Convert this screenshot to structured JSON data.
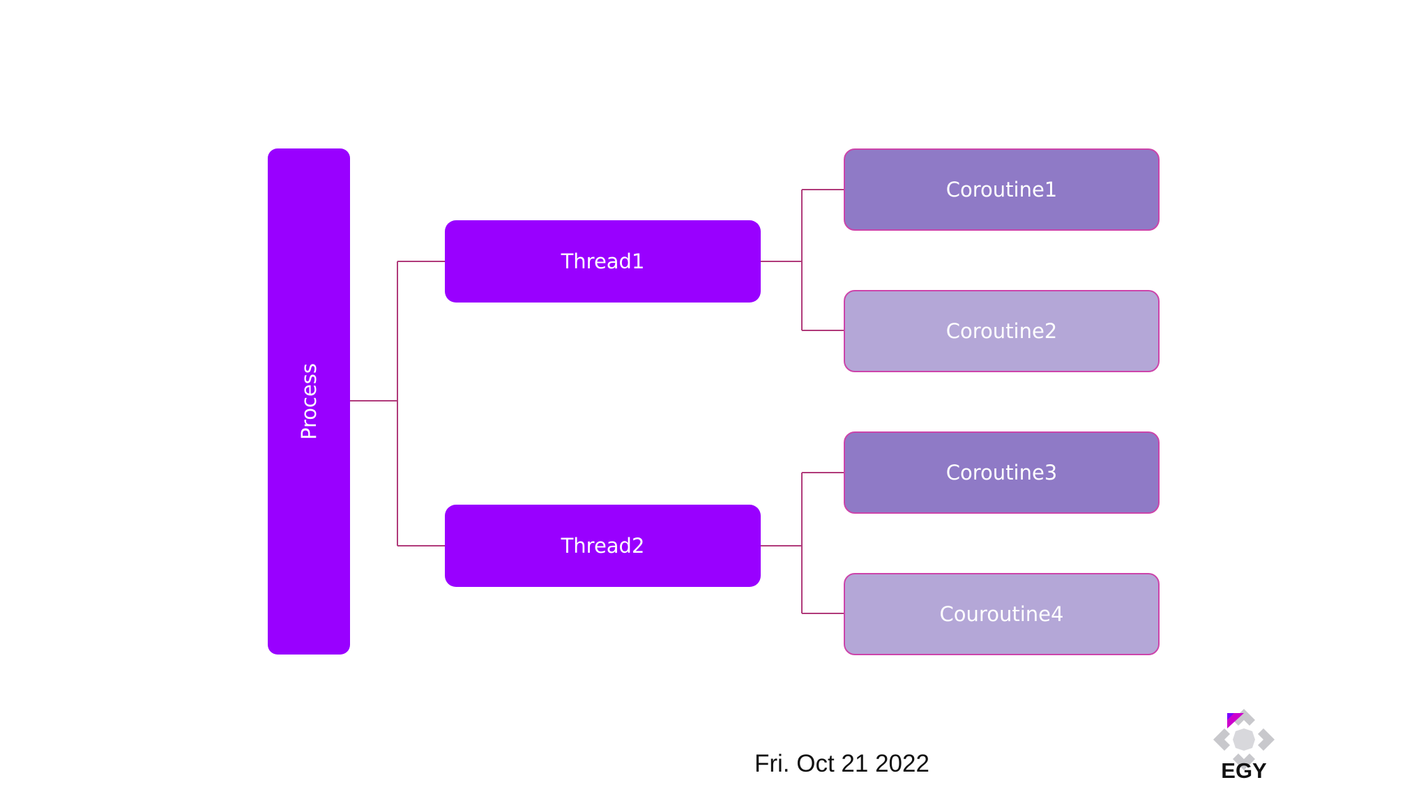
{
  "diagram": {
    "process_label": "Process",
    "threads": [
      {
        "label": "Thread1"
      },
      {
        "label": "Thread2"
      }
    ],
    "coroutines": [
      {
        "label": "Coroutine1",
        "shade": "dark"
      },
      {
        "label": "Coroutine2",
        "shade": "light"
      },
      {
        "label": "Coroutine3",
        "shade": "dark"
      },
      {
        "label": "Couroutine4",
        "shade": "light"
      }
    ]
  },
  "footer": {
    "date": "Fri. Oct 21 2022",
    "logo_text": "EGY"
  },
  "colors": {
    "process_thread": "#9900ff",
    "coroutine_dark": "#8f7ac6",
    "coroutine_light": "#b4a7d7",
    "connector": "#b03a7a",
    "logo_accent": "#cc00cc"
  }
}
